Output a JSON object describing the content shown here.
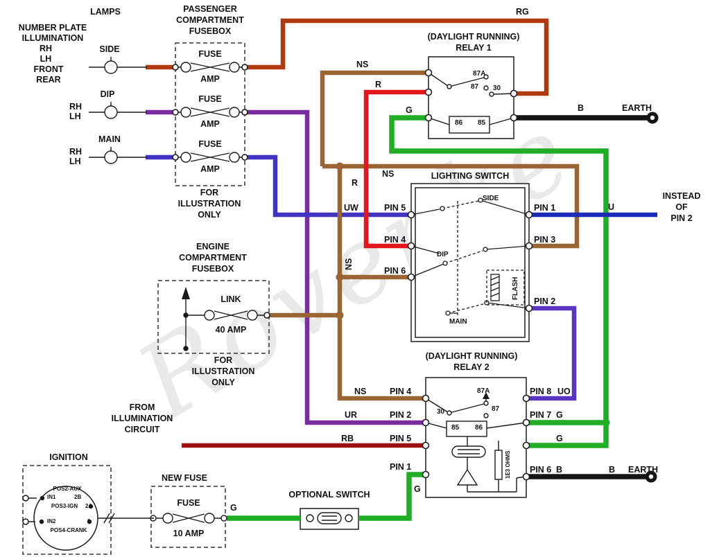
{
  "watermark": "Rovenke",
  "colors": {
    "rg": "#b03a10",
    "ns": "#996633",
    "r": "#e8141c",
    "g": "#1fae26",
    "b": "#141414",
    "u": "#1c2bb8",
    "uw": "#4233c4",
    "ur": "#7a2d9e",
    "uo": "#5a35c0",
    "rb": "#a01212"
  },
  "titles": {
    "lamps": "LAMPS",
    "passenger_fusebox": [
      "PASSENGER",
      "COMPARTMENT",
      "FUSEBOX"
    ],
    "engine_fusebox": [
      "ENGINE",
      "COMPARTMENT",
      "FUSEBOX"
    ],
    "relay1_line1": "(DAYLIGHT RUNNING)",
    "relay1_line2": "RELAY 1",
    "relay2_line1": "(DAYLIGHT RUNNING)",
    "relay2_line2": "RELAY 2",
    "lighting_switch": "LIGHTING SWITCH",
    "ignition": "IGNITION",
    "new_fuse": "NEW  FUSE",
    "optional_switch": "OPTIONAL SWITCH"
  },
  "lamp_block": {
    "number_plate": [
      "NUMBER PLATE",
      "ILLUMINATION",
      "RH",
      "LH",
      "FRONT",
      "REAR"
    ],
    "side": "SIDE",
    "dip": "DIP",
    "main": "MAIN",
    "rh": "RH",
    "lh": "LH"
  },
  "fusebox": {
    "fuse": "FUSE",
    "amp": "AMP",
    "link": "LINK",
    "amp40": "40 AMP",
    "amp10": "10 AMP",
    "note": [
      "FOR",
      "ILLUSTRATION",
      "ONLY"
    ]
  },
  "wire_labels": {
    "rg": "RG",
    "ns": "NS",
    "r": "R",
    "g": "G",
    "b": "B",
    "u": "U",
    "uw": "UW",
    "ur": "UR",
    "uo": "UO",
    "rb": "RB",
    "earth": "EARTH"
  },
  "notes": {
    "instead": [
      "INSTEAD",
      "OF",
      "PIN 2"
    ],
    "from_illumination": [
      "FROM",
      "ILLUMINATION",
      "CIRCUIT"
    ]
  },
  "switch_pins": {
    "pin1": "PIN 1",
    "pin2": "PIN 2",
    "pin3": "PIN 3",
    "pin4": "PIN 4",
    "pin5": "PIN 5",
    "pin6": "PIN 6",
    "pin7": "PIN 7",
    "pin8": "PIN 8"
  },
  "switch_labels": {
    "side": "SIDE",
    "dip": "DIP",
    "main": "MAIN",
    "flash": "FLASH"
  },
  "relay_terms": {
    "t87a": "87A",
    "t87": "87",
    "t30": "30",
    "t85": "85",
    "t86": "86",
    "ohms": "1E3 OHMS"
  },
  "ignition": {
    "pos2": "POS2-AUX",
    "in1": "IN1",
    "t2b": "2B",
    "pos3": "POS3-IGN",
    "t2a": "2A",
    "in2": "IN2",
    "t1": "1",
    "pos4": "POS4-CRANK"
  }
}
